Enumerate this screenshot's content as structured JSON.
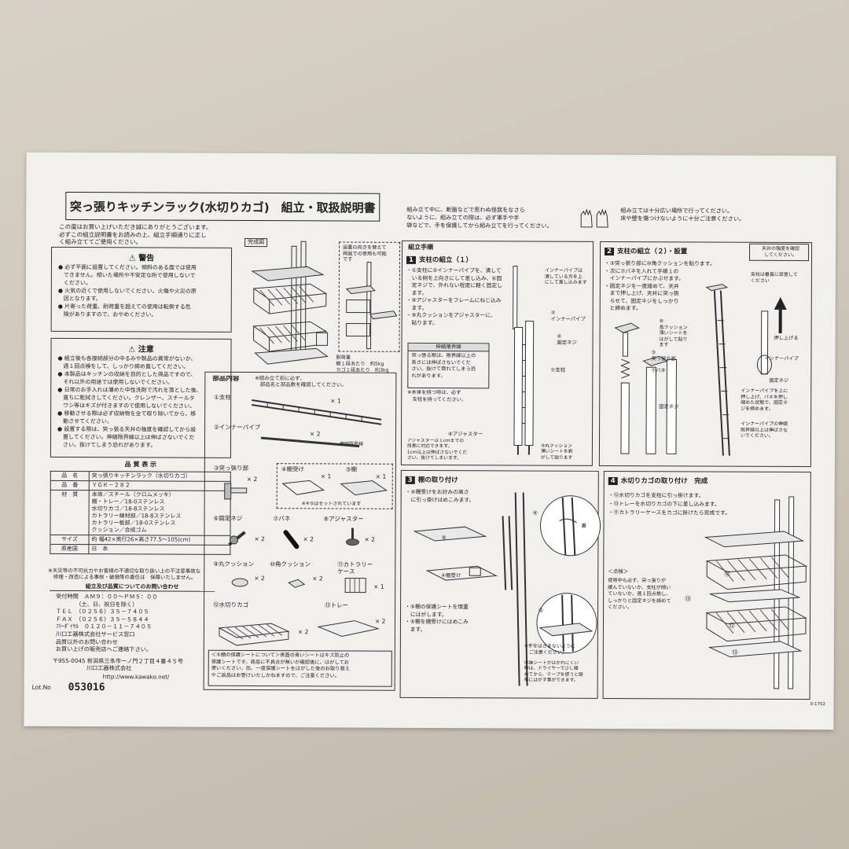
{
  "doc": {
    "title": "突っ張りキッチンラック(水切りカゴ)　組立・取扱説明書",
    "intro": "この度はお買い上げいただき誠にありがとうございます。\n必ずこの組立説明書をお読みの上、組立手順通りに正し\nく組み立ててご使用ください。",
    "completed_label": "完成図",
    "install_note": "設置の向きを替えて\n両面での使用も可能\nです",
    "load_note": "耐荷重\n棚１段あたり　約5kg\nカゴ１段あたり　約3kg"
  },
  "warning": {
    "heading": "警告",
    "items": "● 必ず平面に設置してください。傾斜のある面では使用\n　できません。傾いた場所や不安定な所で使用しないで\n　ください。\n● 火気の近くで使用しないでください。火傷や火災の原\n　因となります。\n● 片寄った荷重、耐荷重を超えての使用は転倒する危\n　険がありますので、おやめください。"
  },
  "caution": {
    "heading": "注意",
    "items": "● 組立後も各接続部分の中るみや製品の異常がないか、\n　週１回点検をして、しっかり締め直してください。\n● 本製品はキッチンの収納を目的とした商品ですので、\n　それ以外の用途では使用しないでください。\n● 日常のお手入れは薄めた中性洗剤で汚れを落とした後、\n　直ちに乾拭きしてください。クレンザー、スチールタ\n　ワシ等はキズが付きますので使用しないでください。\n● 移動させる際は必ず収納物を全て取り除いてから、移\n　動させてください。\n● 設置する際は、突っ張る天井の強度を確認してから設\n　置してください。伸縮限界線以上は伸ばさないでくだ\n　さい。抜けてしまう恐れがあります。"
  },
  "quality": {
    "heading": "品 質 表 示",
    "rows": [
      {
        "k": "品　名",
        "v": "突っ張りキッチンラック（水切りカゴ）"
      },
      {
        "k": "品　番",
        "v": "ＹＧＫ－２８２"
      },
      {
        "k": "材　質",
        "v": "本体／スチール（クロムメッキ）\n棚・トレー／18-0ステンレス\n水切りカゴ／18-8ステンレス\nカトラリー線材部／18-8ステンレス\nカトラリー板部／18-0ステンレス\nクッション／合成ゴム"
      },
      {
        "k": "サイズ",
        "v": "約 幅42×奥行26×高さ77.5～105(cm)"
      },
      {
        "k": "原産国",
        "v": "日　本"
      }
    ],
    "disclaimer": "※天災等の不可抗力やお客様の不適切な取り扱い上の不注意事故な\n　修理・改造による事故・破損等の責任は　保障いたしません。"
  },
  "contact": {
    "heading": "組立及び品質についてのお問い合わせ",
    "body": "受付時間　ＡＭ９：００～ＰＭ５：００\n　　　　（土、日、祝日を除く）\nＴＥＬ　（０２５６）３５－７４０５\nＦＡＸ　（０２５６）３５－５８４４\nﾌﾘｰﾀﾞｲﾔﾙ　０１２０－１１－７４０５\n川口工器株式会社サービス窓口\n品質以外のお問い合わせ\nお買い上げの販売店へご連絡下さい。",
    "address": "〒955-0045 新潟県三条市一ノ門２丁目４番４５号\n　　　　　　川口工器株式会社",
    "url": "http://www.kawako.net/",
    "lot_label": "Lot.No",
    "lot_value": "053016"
  },
  "parts": {
    "heading": "部品内容",
    "note": "※組み立て前に必ず、\n　部品名と部品数を確認してください。",
    "items": [
      {
        "label": "①支柱",
        "qty": "× 1"
      },
      {
        "label": "②インナーパイプ",
        "qty": "× 2"
      },
      {
        "label": "伸縮限界線",
        "qty": ""
      },
      {
        "label": "③突っ張り部",
        "qty": "× 2"
      },
      {
        "label": "④棚受け",
        "qty": "× 1"
      },
      {
        "label": "⑤棚",
        "qty": "× 1"
      },
      {
        "label": "※④⑤はセットされています",
        "qty": ""
      },
      {
        "label": "⑥固定ネジ",
        "qty": "× 2"
      },
      {
        "label": "⑦バネ",
        "qty": "× 2"
      },
      {
        "label": "⑧アジャスター",
        "qty": "× 2"
      },
      {
        "label": "⑨丸クッション",
        "qty": "× 2"
      },
      {
        "label": "⑩角クッション",
        "qty": "× 2"
      },
      {
        "label": "⑪カトラリー\nケース",
        "qty": "× 1"
      },
      {
        "label": "⑫水切りカゴ",
        "qty": "× 2"
      },
      {
        "label": "⑬トレー",
        "qty": "× 2"
      }
    ],
    "sheet_note": "＜⑤棚の保護シートについて＞表面の青いシートはキズ防止の\n保護シートです。商品に不具合が無いか確認後に、はがしてお\n使いください。尚、一度保護シートをはがした後のお取り替え\nやご返品はお受けいたしかねますので、ご注意ください。"
  },
  "top_right": {
    "notice1": "組み立て中に、断面などで思わぬ怪我をなさら\nないように、組み立ての際は、必ず軍手や手\n袋などで、手を保護してから組み立てを行ってください。",
    "notice2": "組み立ては十分広い場所で行ってください。\n床や壁を傷つけないように十分ご注意ください。"
  },
  "steps": {
    "heading": "組立手順",
    "s1": {
      "num": "1",
      "title": "支柱の組立（１）",
      "text": "・①支柱に②インナーパイプを、潰して\n　いる側を上向きにして差し込み、⑥固\n　定ネジで、外れない程度に軽く固定し\n　ます。\n・⑧アジャスターをフレームにねじ込み\n　ます。\n・⑨丸クッションをアジャスターに、\n　貼ります。",
      "box_title": "伸縮限界線",
      "box_text": "突っ張る際は、限界線以上の\n長さには伸ばさないでくだ\nさい。抜けて倒れてしまう恐\nれがあります。",
      "note": "※本体を持つ時は、必ず\n　支柱を持ってください。",
      "labels": {
        "inner_note": "インナーパイプは\n潰している方を上\nにして差し込みます",
        "inner": "②\nインナーパイプ",
        "screw": "⑥\n固定ネジ",
        "pole": "①支柱",
        "adjuster": "⑧アジャスター",
        "adj_note": "アジャスターは１cmまでの\n段差に対応できます。\n1cm以上は伸ばさないでくだ\nさい。抜けてしまいます。",
        "cushion": "⑨丸クッション\n薄いシートを剥\nがして貼ります"
      }
    },
    "s2": {
      "num": "2",
      "title": "支柱の組立（２）・設置",
      "tag": "天井の強度を確認\nしてください。",
      "text": "・③突っ張り部に⑩角クッションを貼ります。\n・次に⑦バネを入れて手順１の\n　インナーパイプにかぶせます。\n・固定ネジを一度緩めて、天井\n　まで押し上げ、天井に突っ張\n　らせて、固定ネジをしっかり\n　と締めます。",
      "labels": {
        "vertical": "支柱は垂直に設置して\nください",
        "cushion": "⑩\n角クッション\n薄いシートを\nはがして貼り\nます",
        "part3": "③\n突っ張り部",
        "spring": "⑦バネ",
        "screw": "固定ネジ",
        "push": "押し上げる",
        "inner": "インナーパイプ",
        "screw2": "固定ネジ",
        "note1": "インナーパイプを上に\n押し上げ、バネを押し\n縮めた状態で、固定ネ\nジを締めます。",
        "note2": "インナーパイプの伸縮\n限界線以上は伸ばさな\nいでください。"
      }
    },
    "s3": {
      "num": "3",
      "title": "棚の取り付け",
      "text1": "・④棚受けをお好みの高さ\n　に引っ掛けはめこみます。",
      "text2": "・⑤棚の保護シートを慎重\n　にはがします。\n・⑤棚を棚受けにはめこみ\n　ます。",
      "note": "※手をはさまないように\n　ご注意ください。",
      "note2": "保護シートがはがれにくい\n時は、ドライヤーで少し暖\nめてから、テープを使うと簡\n単にはがす事ができます。",
      "labels": {
        "shelf": "⑤",
        "holder": "④棚受け",
        "back": "裏",
        "four": "④",
        "five": "⑤"
      }
    },
    "s4": {
      "num": "4",
      "title": "水切りカゴの取り付け　完成",
      "text": "・⑫水切りカゴを支柱に引っ掛けます。\n・⑬トレーを水切りカゴの下に差し込みます。\n・⑪カトラリーケースをカゴに掛けたら完成です。",
      "check_title": "＜点検＞",
      "check_text": "使用中も必ず、突っ張りが\n緩んでいないか、支柱が傾い\nていないか、週１回点検し、\nしっかりと固定ネジを締めて\nください。",
      "labels": {
        "l12a": "⑫",
        "l13a": "⑬",
        "l12b": "⑫",
        "l13b": "⑬"
      }
    },
    "code": "0-1702"
  }
}
